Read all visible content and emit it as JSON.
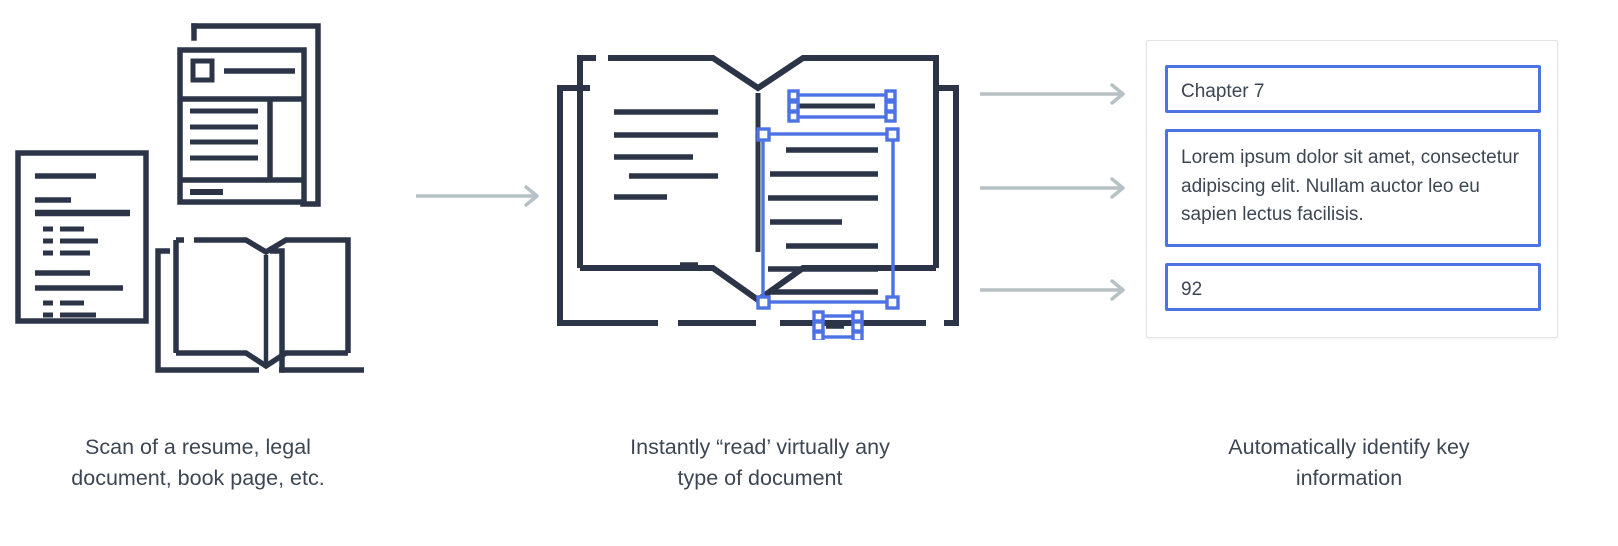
{
  "diagram": {
    "title_flow": "document-processing-flow",
    "colors": {
      "ink": "#2c3548",
      "accent_blue": "#4c72e3",
      "arrow_gray": "#b5c1c4",
      "panel_border": "#e3e4e6",
      "text": "#3d4653"
    }
  },
  "steps": [
    {
      "id": "scan",
      "caption": "Scan of a resume, legal\ndocument, book page, etc.",
      "icons": [
        "document-lines-icon",
        "resume-page-icon",
        "open-book-icon"
      ]
    },
    {
      "id": "read",
      "caption": "Instantly “read’ virtually any\ntype of document",
      "icons": [
        "open-book-with-selection-icon"
      ]
    },
    {
      "id": "extract",
      "caption": "Automatically identify key\ninformation",
      "icons": [
        "extracted-fields-panel"
      ]
    }
  ],
  "arrows": [
    {
      "name": "arrow-scan-to-read"
    },
    {
      "name": "arrow-read-to-field-1"
    },
    {
      "name": "arrow-read-to-field-2"
    },
    {
      "name": "arrow-read-to-field-3"
    }
  ],
  "results": {
    "fields": [
      {
        "name": "chapter-field",
        "value": "Chapter 7"
      },
      {
        "name": "body-text-field",
        "value": "Lorem ipsum dolor sit amet, consectetur adipiscing elit. Nullam auctor leo eu sapien lectus facilisis."
      },
      {
        "name": "page-number-field",
        "value": "92"
      }
    ]
  }
}
